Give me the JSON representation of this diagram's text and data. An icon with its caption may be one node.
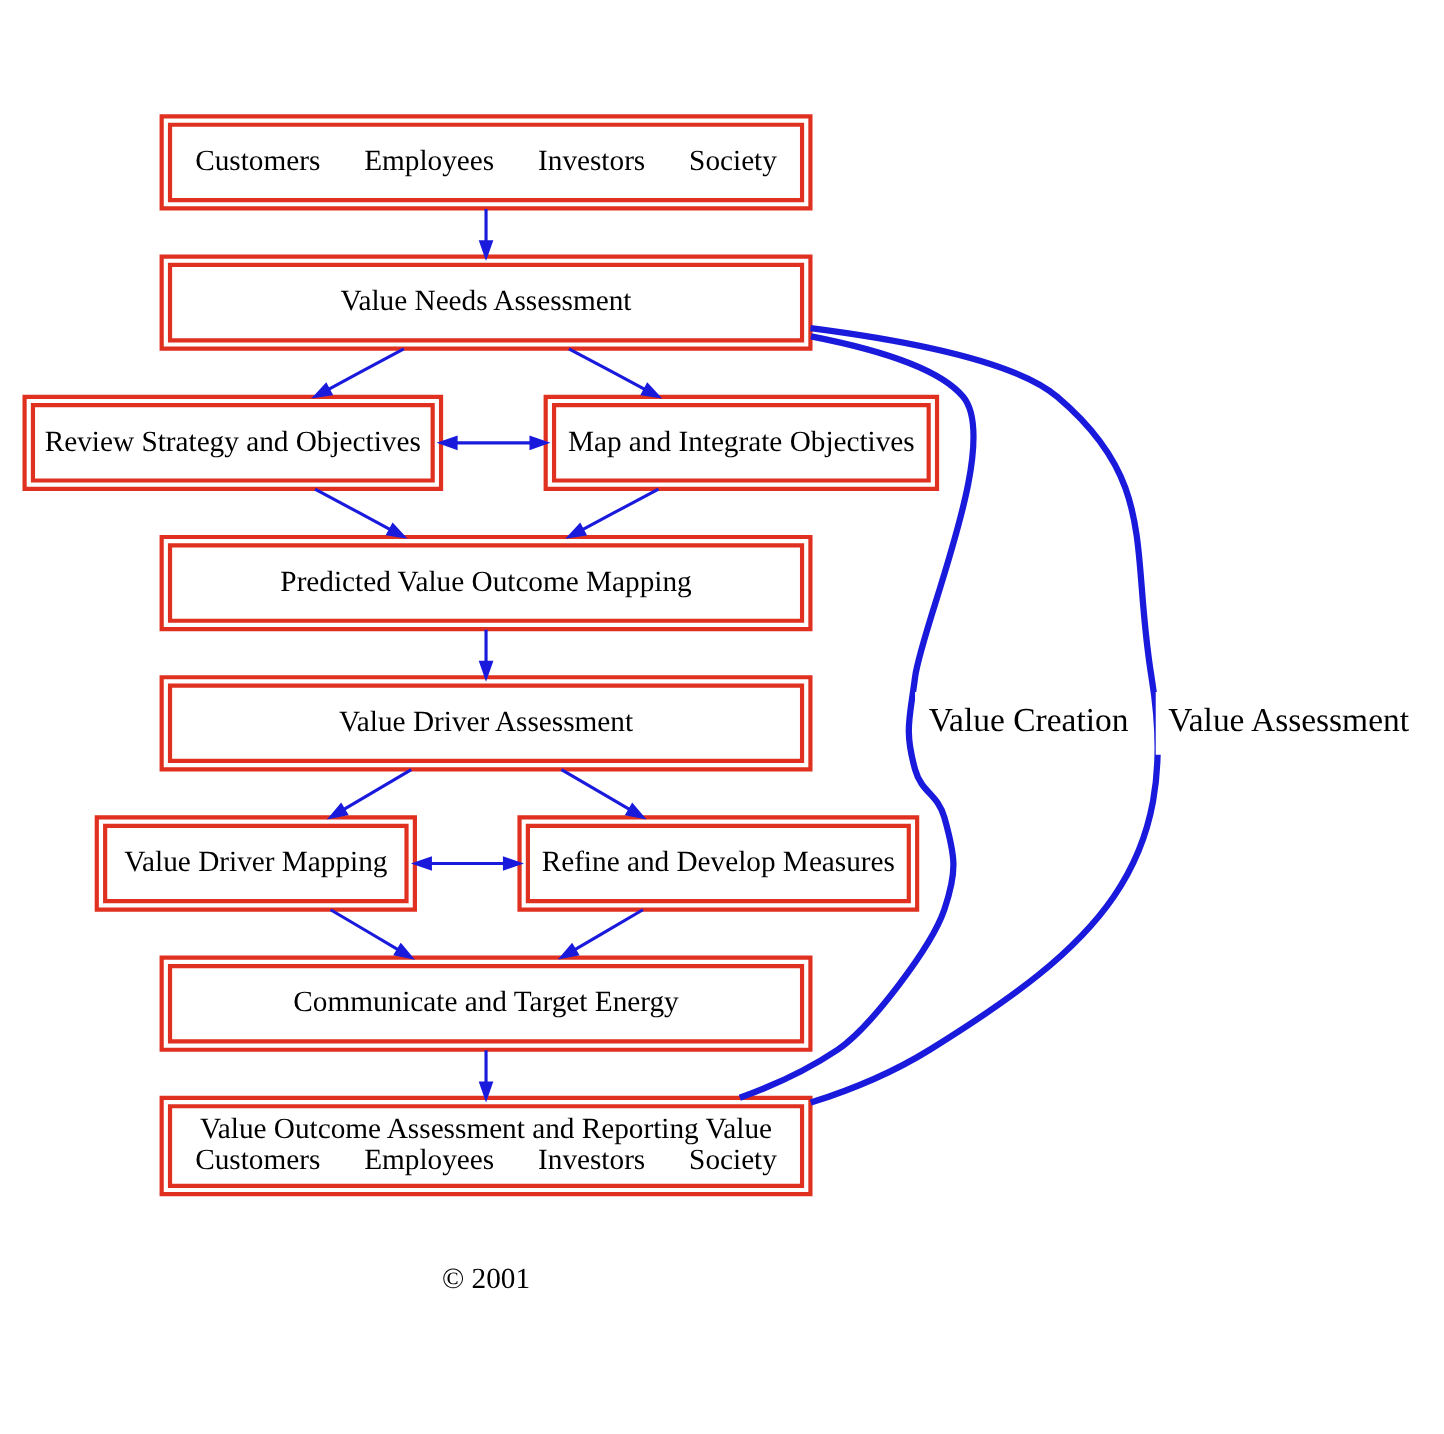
{
  "diagram": {
    "nodes": [
      {
        "text": [
          "Customers",
          "Employees",
          "Investors",
          "Society"
        ]
      },
      {
        "text": [
          "Value Needs Assessment"
        ]
      },
      {
        "text": [
          "Review Strategy and Objectives"
        ]
      },
      {
        "text": [
          "Map and Integrate Objectives"
        ]
      },
      {
        "text": [
          "Predicted Value Outcome Mapping"
        ]
      },
      {
        "text": [
          "Value Driver Assessment"
        ]
      },
      {
        "text": [
          "Value Driver Mapping"
        ]
      },
      {
        "text": [
          "Refine and Develop Measures"
        ]
      },
      {
        "text": [
          "Communicate and Target Energy"
        ]
      },
      {
        "text": [
          "Value Outcome Assessment and Reporting Value",
          "Customers",
          "Employees",
          "Investors",
          "Society"
        ]
      }
    ],
    "edges": [
      {
        "from": 0,
        "to": 1,
        "arrow": "to"
      },
      {
        "from": 1,
        "to": 2,
        "arrow": "to"
      },
      {
        "from": 1,
        "to": 3,
        "arrow": "to"
      },
      {
        "from": 2,
        "to": 3,
        "arrow": "both"
      },
      {
        "from": 2,
        "to": 4,
        "arrow": "to"
      },
      {
        "from": 3,
        "to": 4,
        "arrow": "to"
      },
      {
        "from": 4,
        "to": 5,
        "arrow": "to"
      },
      {
        "from": 5,
        "to": 6,
        "arrow": "to"
      },
      {
        "from": 5,
        "to": 7,
        "arrow": "to"
      },
      {
        "from": 6,
        "to": 7,
        "arrow": "both"
      },
      {
        "from": 6,
        "to": 8,
        "arrow": "to"
      },
      {
        "from": 7,
        "to": 8,
        "arrow": "to"
      },
      {
        "from": 8,
        "to": 9,
        "arrow": "to"
      },
      {
        "from": 9,
        "to": 1,
        "arrow": "none",
        "label": "Value Assessment",
        "style": "thick"
      },
      {
        "from": 1,
        "to": 9,
        "arrow": "none",
        "label": "Value Creation",
        "style": "thick"
      }
    ],
    "labels": [
      "© 2001"
    ]
  }
}
